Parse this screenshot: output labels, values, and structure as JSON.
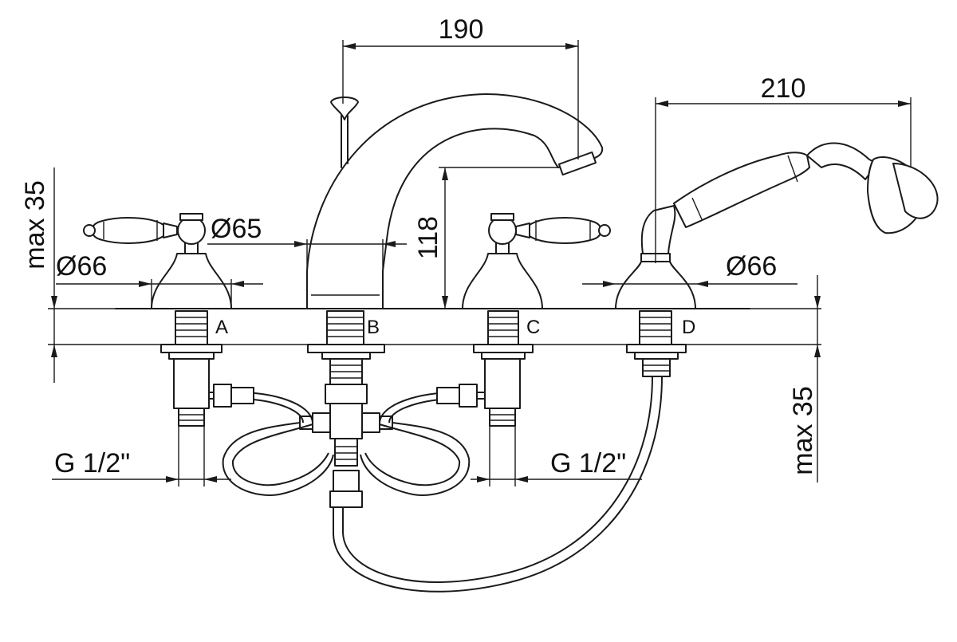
{
  "dimensions": {
    "spout_reach": "190",
    "shower_length": "210",
    "spout_height": "118",
    "deck_thickness_left": "max 35",
    "deck_thickness_right": "max 35",
    "handle_base_left": "Ø66",
    "spout_base": "Ø65",
    "shower_base": "Ø66",
    "thread_left": "G 1/2\"",
    "thread_right": "G 1/2\""
  },
  "components": {
    "a": "A",
    "b": "B",
    "c": "C",
    "d": "D"
  }
}
